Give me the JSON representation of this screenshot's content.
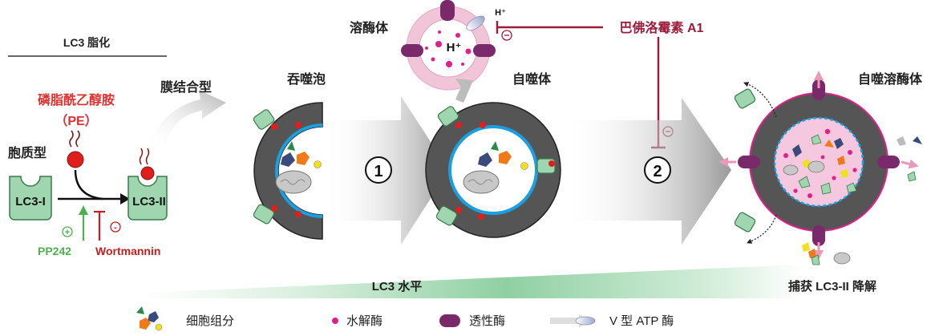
{
  "colors": {
    "red": "#e03030",
    "maroon": "#9b1b3b",
    "green": "#4fb04f",
    "lc3_green": "#9fd6b0",
    "lc3_stroke": "#3a7a4a",
    "pink": "#e8a8c8",
    "magenta": "#e0208a",
    "gray_ring": "#555555",
    "blue": "#1aa0e0",
    "purple": "#7a2a6a"
  },
  "labels": {
    "lipidation_title": "LC3 脂化",
    "pe_line1": "磷脂酰乙醇胺",
    "pe_line2": "（PE）",
    "cytosolic": "胞质型",
    "lc3_i": "LC3-I",
    "lc3_ii": "LC3-II",
    "membrane_bound": "膜结合型",
    "pp242": "PP242",
    "wortmannin": "Wortmannin",
    "plus": "+",
    "minus": "-",
    "phagophore": "吞噬泡",
    "lysosome": "溶酶体",
    "h_plus_sup": "H⁺",
    "h_plus_big": "H⁺",
    "bafilomycin": "巴佛洛霉素 A1",
    "autophagosome": "自噬体",
    "step1": "1",
    "step2": "2",
    "autolysosome": "自噬溶酶体",
    "lc3_level": "LC3 水平",
    "capture": "捕获 LC3-II 降解"
  },
  "legend": {
    "cell_components": "细胞组分",
    "hydrolase": "水解酶",
    "permease": "透性酶",
    "atpase": "V 型 ATP 酶"
  }
}
